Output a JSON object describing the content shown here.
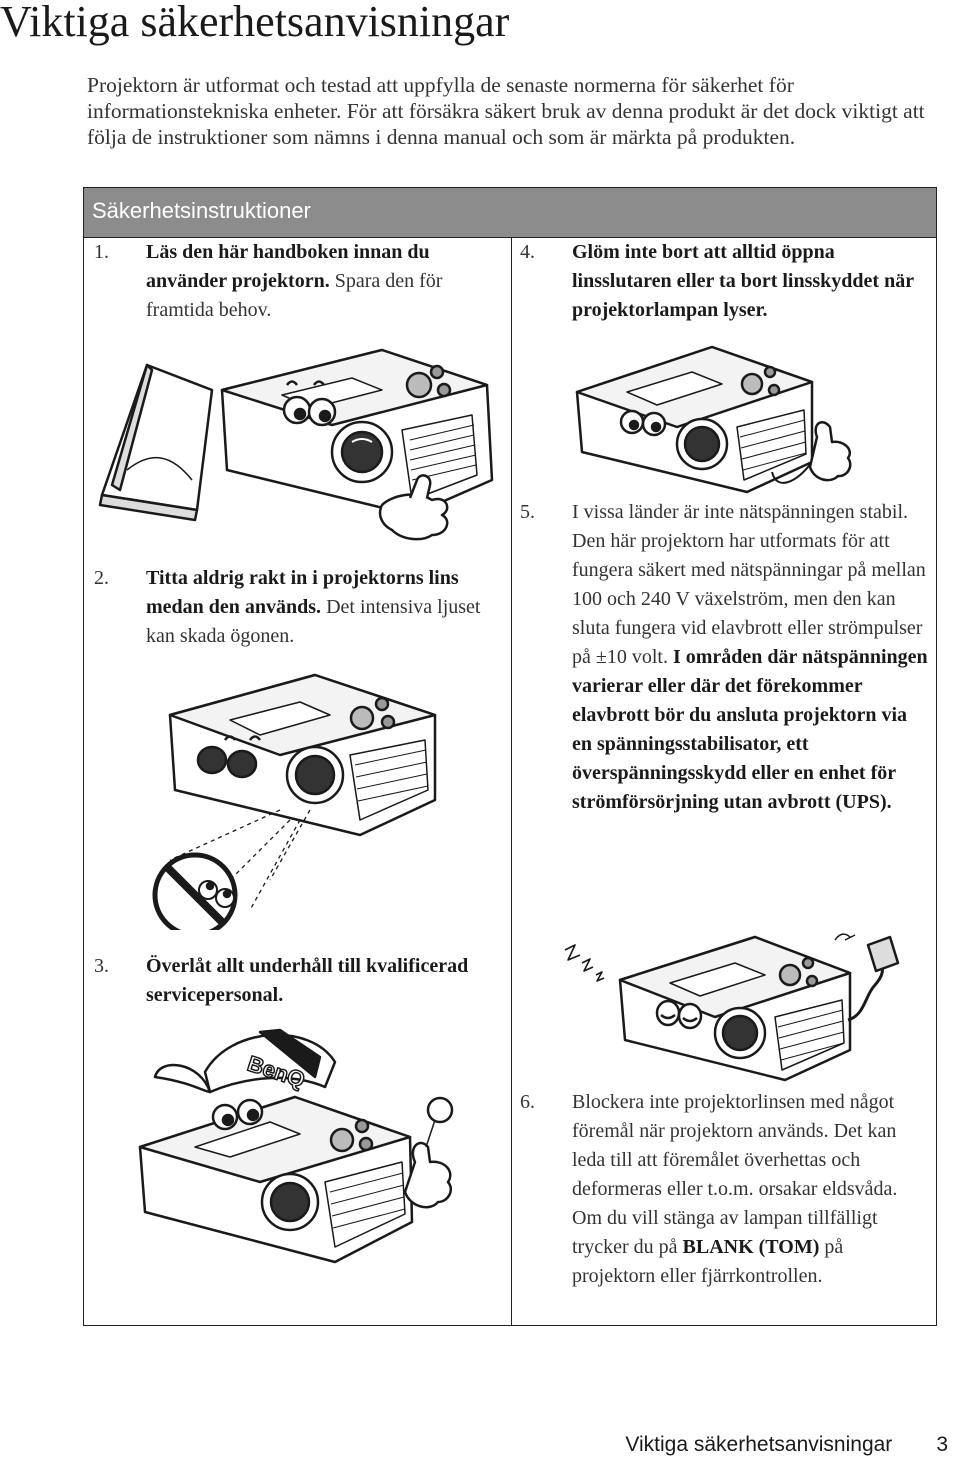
{
  "page": {
    "title": "Viktiga säkerhetsanvisningar",
    "intro": "Projektorn är utformat och testad att uppfylla de senaste normerna för säkerhet för informationstekniska enheter. För att försäkra säkert bruk av denna produkt är det dock viktigt att följa de instruktioner som nämns i denna manual och som är märkta på produkten."
  },
  "section": {
    "heading": "Säkerhetsinstruktioner"
  },
  "items": [
    {
      "num": "1.",
      "bold": "Läs den här handboken innan du använder projektorn.",
      "rest": " Spara den för framtida behov."
    },
    {
      "num": "2.",
      "bold": "Titta aldrig rakt in i projektorns lins medan den används.",
      "rest": " Det intensiva ljuset kan skada ögonen."
    },
    {
      "num": "3.",
      "bold": "Överlåt allt underhåll till kvalificerad servicepersonal.",
      "rest": ""
    },
    {
      "num": "4.",
      "bold": "Glöm inte bort att alltid öppna linsslutaren eller ta bort linsskyddet när projektorlampan lyser.",
      "rest": ""
    },
    {
      "num": "5.",
      "pre": "I vissa länder är inte nätspänningen stabil. Den här projektorn har utformats för att fungera säkert med nätspänningar på mellan 100 och 240 V växelström, men den kan sluta fungera vid elavbrott eller strömpulser på ±10 volt. ",
      "bold": "I områden där nätspänningen varierar eller där det förekommer elavbrott bör du ansluta projektorn via en spänningsstabilisator, ett överspänningsskydd eller en enhet för strömförsörjning utan avbrott (UPS)."
    },
    {
      "num": "6.",
      "pre": "Blockera inte projektorlinsen med något föremål när projektorn används. Det kan leda till att föremålet överhettas och deformeras eller t.o.m. orsakar eldsvåda. Om du vill stänga av lampan tillfälligt trycker du på ",
      "bold": "BLANK (TOM)",
      "rest": " på projektorn eller fjärrkontrollen."
    }
  ],
  "illustrations": {
    "cap_logo": "BenQ",
    "icons": [
      "book-icon",
      "projector-icon",
      "glove-hand-icon",
      "sunglasses-icon",
      "no-symbol-icon",
      "cap-icon",
      "thumbs-up-icon",
      "power-adapter-icon",
      "sleep-z-icon"
    ]
  },
  "footer": {
    "label": "Viktiga säkerhetsanvisningar",
    "page_number": "3"
  }
}
